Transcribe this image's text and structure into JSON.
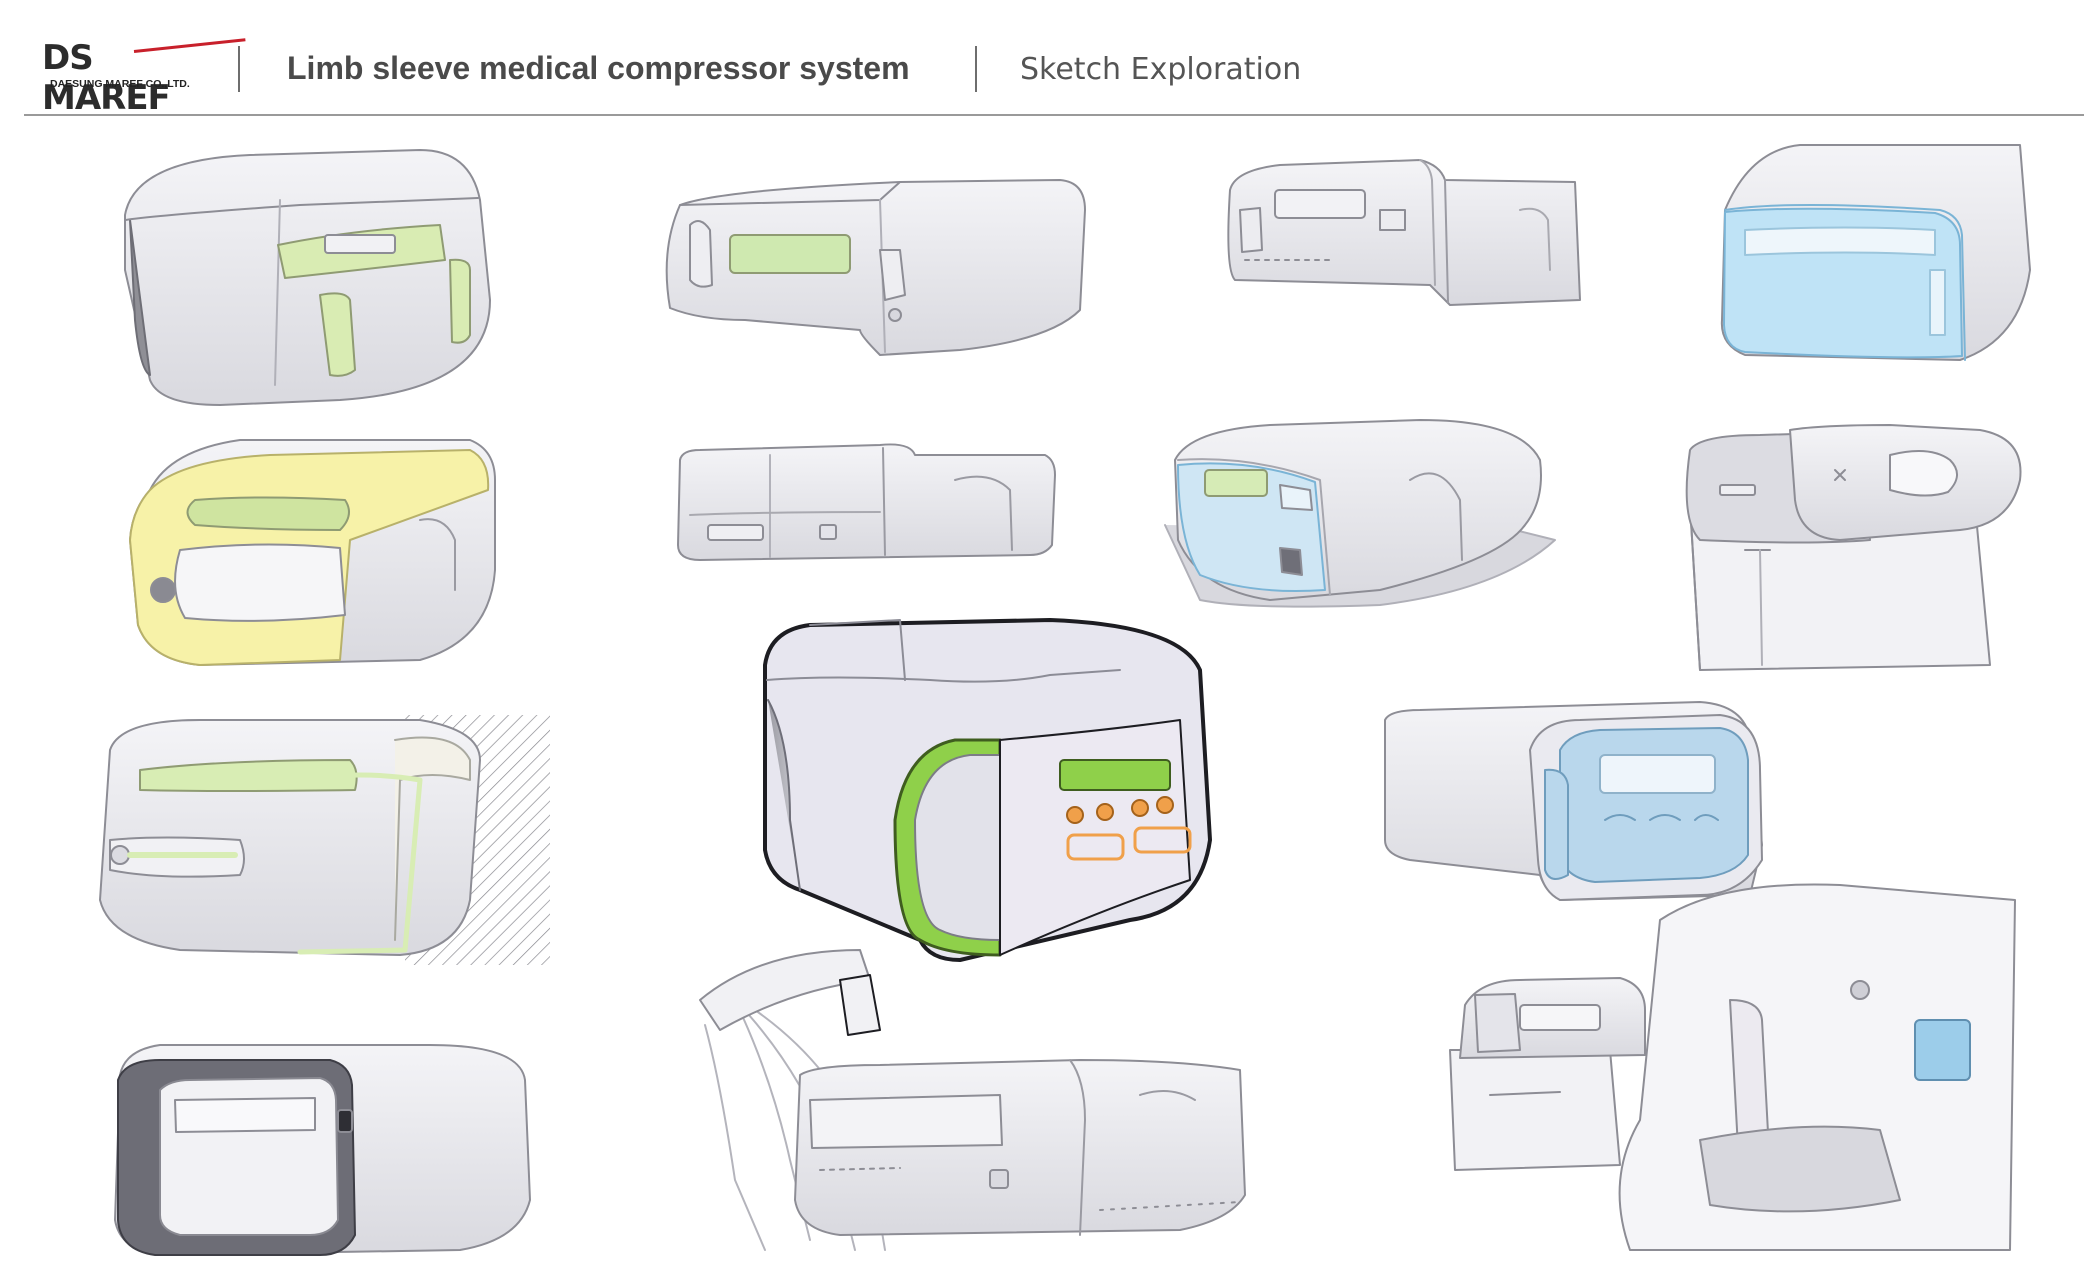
{
  "header": {
    "logo_main": "DS MAREF",
    "logo_sub": "DAESUNG MAREF CO.,LTD.",
    "title": "Limb sleeve medical compressor system",
    "subtitle": "Sketch Exploration"
  },
  "colors": {
    "accent_red": "#c8202b",
    "text_dark": "#4a4a4a",
    "rule": "#9a9a9a",
    "sketch_green": "#c9e6a2",
    "sketch_yellow": "#f7f2a8",
    "sketch_blue": "#a9d8f2",
    "sketch_orange": "#f0a04a"
  },
  "sketches": [
    {
      "id": "s1",
      "name": "device-sketch-green-panels"
    },
    {
      "id": "s2",
      "name": "device-sketch-green-display"
    },
    {
      "id": "s3",
      "name": "device-sketch-slim-box"
    },
    {
      "id": "s4",
      "name": "device-sketch-blue-band"
    },
    {
      "id": "s5",
      "name": "device-sketch-yellow-top"
    },
    {
      "id": "s6",
      "name": "device-sketch-flat-box"
    },
    {
      "id": "s7",
      "name": "device-sketch-blue-front"
    },
    {
      "id": "s8",
      "name": "device-sketch-stacked-unit"
    },
    {
      "id": "s9",
      "name": "device-sketch-wall-mounted"
    },
    {
      "id": "s10",
      "name": "device-sketch-hero-with-hoses"
    },
    {
      "id": "s11",
      "name": "device-sketch-blue-display-panel"
    },
    {
      "id": "s12",
      "name": "device-sketch-dark-frame"
    },
    {
      "id": "s13",
      "name": "device-sketch-long-box"
    },
    {
      "id": "s14",
      "name": "device-sketch-bedside-detail"
    }
  ]
}
